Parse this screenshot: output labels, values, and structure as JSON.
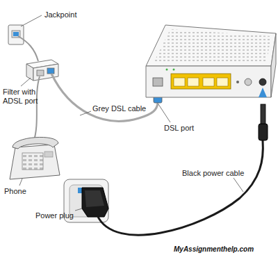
{
  "diagram": {
    "labels": [
      "Jackpoint",
      "Filter with ADSL port",
      "Grey DSL cable",
      "DSL port",
      "Black power cable",
      "Phone",
      "Power plug",
      "MyAssignmenthelp.com"
    ]
  }
}
